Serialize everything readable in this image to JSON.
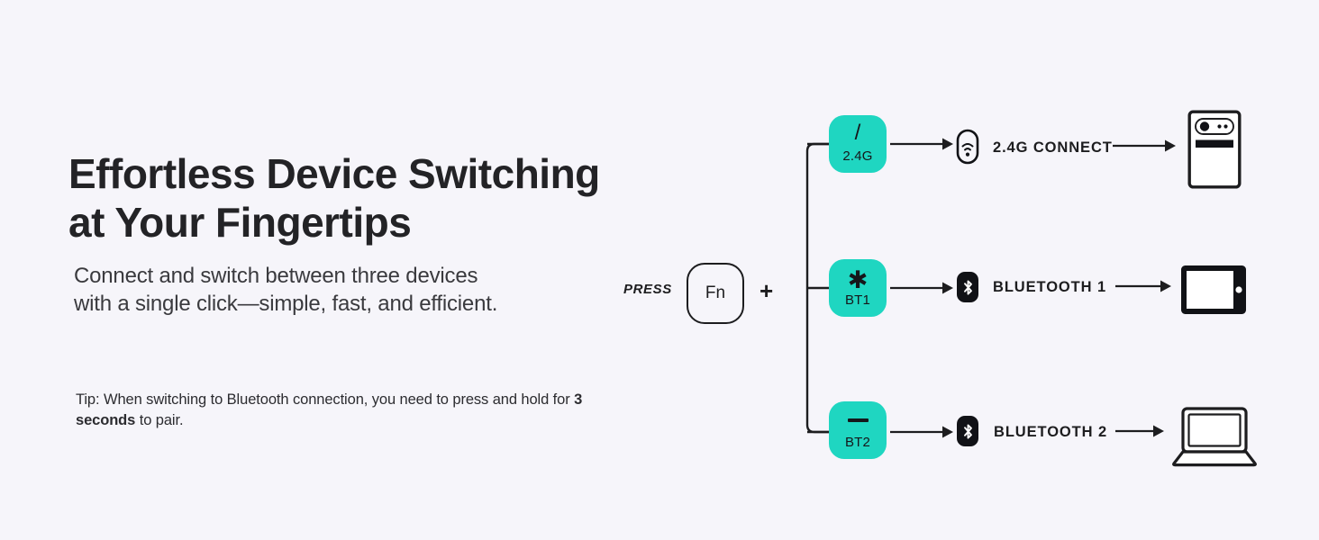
{
  "theme": {
    "background": "#f6f5fa",
    "accent_teal": "#1fd6c1",
    "ink": "#1d1d1f"
  },
  "headline": {
    "line1": "Effortless Device Switching",
    "line2": "at Your Fingertips"
  },
  "subcopy": {
    "line1": "Connect and switch between three devices",
    "line2": "with a single click—simple, fast, and efficient."
  },
  "tip": {
    "prefix": "Tip: When switching to Bluetooth connection, you need to press and hold for ",
    "emphasis": "3 seconds",
    "suffix": " to pair."
  },
  "press": {
    "label": "PRESS",
    "key_label": "Fn",
    "combinator": "+"
  },
  "rows": [
    {
      "key_glyph": "/",
      "key_glyph_name": "slash-glyph",
      "key_label": "2.4G",
      "connect_icon": "usb-dongle-wifi-icon",
      "connect_label": "2.4G CONNECT",
      "device_icon": "desktop-tower-icon"
    },
    {
      "key_glyph": "✱",
      "key_glyph_name": "asterisk-glyph",
      "key_label": "BT1",
      "connect_icon": "bluetooth-icon",
      "connect_label": "BLUETOOTH 1",
      "device_icon": "tablet-icon"
    },
    {
      "key_glyph": "—",
      "key_glyph_name": "dash-glyph",
      "key_label": "BT2",
      "connect_icon": "bluetooth-icon",
      "connect_label": "BLUETOOTH 2",
      "device_icon": "laptop-icon"
    }
  ]
}
